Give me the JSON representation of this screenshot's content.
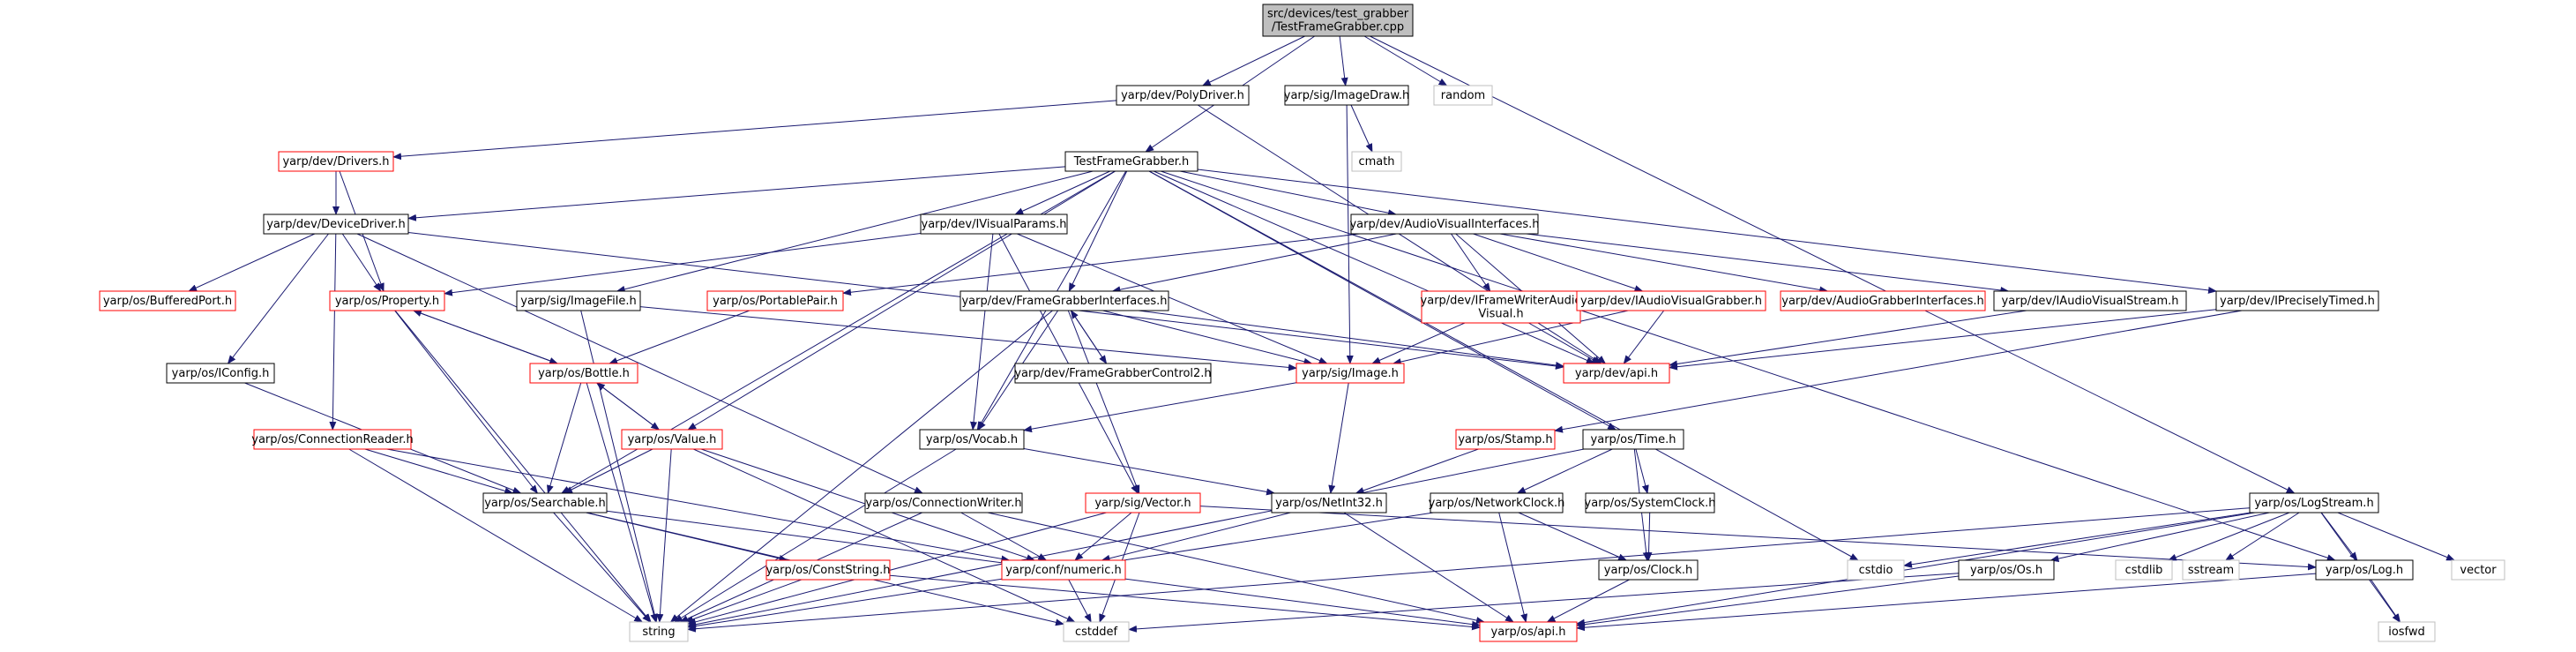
{
  "diagram": {
    "colors": {
      "edge": "#191970",
      "border_normal": "#000000",
      "border_truncated": "#ff0000",
      "border_external": "#bfbfbf",
      "fill_root": "#bfbfbf",
      "fill": "#ffffff",
      "text": "#000000",
      "text_external": "#000000"
    },
    "nodes": [
      {
        "id": "root",
        "lines": [
          "src/devices/test_grabber",
          "/TestFrameGrabber.cpp"
        ],
        "kind": "root"
      },
      {
        "id": "polydriver",
        "lines": [
          "yarp/dev/PolyDriver.h"
        ],
        "kind": "normal"
      },
      {
        "id": "imagedraw",
        "lines": [
          "yarp/sig/ImageDraw.h"
        ],
        "kind": "normal"
      },
      {
        "id": "random",
        "lines": [
          "random"
        ],
        "kind": "external"
      },
      {
        "id": "drivers",
        "lines": [
          "yarp/dev/Drivers.h"
        ],
        "kind": "truncated"
      },
      {
        "id": "cmath",
        "lines": [
          "cmath"
        ],
        "kind": "external"
      },
      {
        "id": "tfg",
        "lines": [
          "TestFrameGrabber.h"
        ],
        "kind": "normal"
      },
      {
        "id": "devicedriver",
        "lines": [
          "yarp/dev/DeviceDriver.h"
        ],
        "kind": "normal"
      },
      {
        "id": "ivisualparams",
        "lines": [
          "yarp/dev/IVisualParams.h"
        ],
        "kind": "normal"
      },
      {
        "id": "avinterfaces",
        "lines": [
          "yarp/dev/AudioVisualInterfaces.h"
        ],
        "kind": "normal"
      },
      {
        "id": "bufferedport",
        "lines": [
          "yarp/os/BufferedPort.h"
        ],
        "kind": "truncated"
      },
      {
        "id": "property",
        "lines": [
          "yarp/os/Property.h"
        ],
        "kind": "truncated"
      },
      {
        "id": "imagefile",
        "lines": [
          "yarp/sig/ImageFile.h"
        ],
        "kind": "normal"
      },
      {
        "id": "portablepair",
        "lines": [
          "yarp/os/PortablePair.h"
        ],
        "kind": "truncated"
      },
      {
        "id": "fginterfaces",
        "lines": [
          "yarp/dev/FrameGrabberInterfaces.h"
        ],
        "kind": "normal"
      },
      {
        "id": "iframewriter",
        "lines": [
          "yarp/dev/IFrameWriterAudio",
          "Visual.h"
        ],
        "kind": "truncated"
      },
      {
        "id": "iavgrabber",
        "lines": [
          "yarp/dev/IAudioVisualGrabber.h"
        ],
        "kind": "truncated"
      },
      {
        "id": "audiograbberint",
        "lines": [
          "yarp/dev/AudioGrabberInterfaces.h"
        ],
        "kind": "truncated"
      },
      {
        "id": "iavstream",
        "lines": [
          "yarp/dev/IAudioVisualStream.h"
        ],
        "kind": "normal"
      },
      {
        "id": "iprecisely",
        "lines": [
          "yarp/dev/IPreciselyTimed.h"
        ],
        "kind": "normal"
      },
      {
        "id": "iconfig",
        "lines": [
          "yarp/os/IConfig.h"
        ],
        "kind": "normal"
      },
      {
        "id": "bottle",
        "lines": [
          "yarp/os/Bottle.h"
        ],
        "kind": "truncated"
      },
      {
        "id": "fgcontrol2",
        "lines": [
          "yarp/dev/FrameGrabberControl2.h"
        ],
        "kind": "normal"
      },
      {
        "id": "image",
        "lines": [
          "yarp/sig/Image.h"
        ],
        "kind": "truncated"
      },
      {
        "id": "devapi",
        "lines": [
          "yarp/dev/api.h"
        ],
        "kind": "truncated"
      },
      {
        "id": "connreader",
        "lines": [
          "yarp/os/ConnectionReader.h"
        ],
        "kind": "truncated"
      },
      {
        "id": "value",
        "lines": [
          "yarp/os/Value.h"
        ],
        "kind": "truncated"
      },
      {
        "id": "vocab",
        "lines": [
          "yarp/os/Vocab.h"
        ],
        "kind": "normal"
      },
      {
        "id": "stamp",
        "lines": [
          "yarp/os/Stamp.h"
        ],
        "kind": "truncated"
      },
      {
        "id": "time",
        "lines": [
          "yarp/os/Time.h"
        ],
        "kind": "normal"
      },
      {
        "id": "searchable",
        "lines": [
          "yarp/os/Searchable.h"
        ],
        "kind": "normal"
      },
      {
        "id": "connwriter",
        "lines": [
          "yarp/os/ConnectionWriter.h"
        ],
        "kind": "normal"
      },
      {
        "id": "vector",
        "lines": [
          "yarp/sig/Vector.h"
        ],
        "kind": "truncated"
      },
      {
        "id": "netint32",
        "lines": [
          "yarp/os/NetInt32.h"
        ],
        "kind": "normal"
      },
      {
        "id": "networkclock",
        "lines": [
          "yarp/os/NetworkClock.h"
        ],
        "kind": "normal"
      },
      {
        "id": "systemclock",
        "lines": [
          "yarp/os/SystemClock.h"
        ],
        "kind": "normal"
      },
      {
        "id": "logstream",
        "lines": [
          "yarp/os/LogStream.h"
        ],
        "kind": "normal"
      },
      {
        "id": "conststring",
        "lines": [
          "yarp/os/ConstString.h"
        ],
        "kind": "truncated"
      },
      {
        "id": "numeric",
        "lines": [
          "yarp/conf/numeric.h"
        ],
        "kind": "truncated"
      },
      {
        "id": "clock",
        "lines": [
          "yarp/os/Clock.h"
        ],
        "kind": "normal"
      },
      {
        "id": "cstdio",
        "lines": [
          "cstdio"
        ],
        "kind": "external"
      },
      {
        "id": "os",
        "lines": [
          "yarp/os/Os.h"
        ],
        "kind": "normal"
      },
      {
        "id": "cstdlib",
        "lines": [
          "cstdlib"
        ],
        "kind": "external"
      },
      {
        "id": "sstream",
        "lines": [
          "sstream"
        ],
        "kind": "external"
      },
      {
        "id": "log",
        "lines": [
          "yarp/os/Log.h"
        ],
        "kind": "normal"
      },
      {
        "id": "vectorstd",
        "lines": [
          "vector"
        ],
        "kind": "external"
      },
      {
        "id": "string",
        "lines": [
          "string"
        ],
        "kind": "external"
      },
      {
        "id": "cstddef",
        "lines": [
          "cstddef"
        ],
        "kind": "external"
      },
      {
        "id": "osapi",
        "lines": [
          "yarp/os/api.h"
        ],
        "kind": "truncated"
      },
      {
        "id": "iosfwd",
        "lines": [
          "iosfwd"
        ],
        "kind": "external"
      }
    ],
    "edges": [
      [
        "root",
        "polydriver"
      ],
      [
        "root",
        "imagedraw"
      ],
      [
        "root",
        "random"
      ],
      [
        "root",
        "tfg"
      ],
      [
        "root",
        "logstream"
      ],
      [
        "polydriver",
        "drivers"
      ],
      [
        "polydriver",
        "devapi"
      ],
      [
        "imagedraw",
        "cmath"
      ],
      [
        "imagedraw",
        "image"
      ],
      [
        "drivers",
        "devicedriver"
      ],
      [
        "drivers",
        "property"
      ],
      [
        "tfg",
        "devicedriver"
      ],
      [
        "tfg",
        "ivisualparams"
      ],
      [
        "tfg",
        "avinterfaces"
      ],
      [
        "tfg",
        "imagefile"
      ],
      [
        "tfg",
        "fginterfaces"
      ],
      [
        "tfg",
        "iprecisely"
      ],
      [
        "tfg",
        "vocab"
      ],
      [
        "tfg",
        "value"
      ],
      [
        "tfg",
        "searchable"
      ],
      [
        "tfg",
        "time"
      ],
      [
        "tfg",
        "cstdio"
      ],
      [
        "tfg",
        "log"
      ],
      [
        "tfg",
        "devapi"
      ],
      [
        "devicedriver",
        "property"
      ],
      [
        "devicedriver",
        "bufferedport"
      ],
      [
        "devicedriver",
        "iconfig"
      ],
      [
        "devicedriver",
        "connreader"
      ],
      [
        "devicedriver",
        "connwriter"
      ],
      [
        "devicedriver",
        "devapi"
      ],
      [
        "ivisualparams",
        "property"
      ],
      [
        "ivisualparams",
        "vocab"
      ],
      [
        "ivisualparams",
        "image"
      ],
      [
        "ivisualparams",
        "vector"
      ],
      [
        "avinterfaces",
        "fginterfaces"
      ],
      [
        "avinterfaces",
        "iframewriter"
      ],
      [
        "avinterfaces",
        "iavgrabber"
      ],
      [
        "avinterfaces",
        "audiograbberint"
      ],
      [
        "avinterfaces",
        "iavstream"
      ],
      [
        "avinterfaces",
        "portablepair"
      ],
      [
        "avinterfaces",
        "devapi"
      ],
      [
        "property",
        "bottle"
      ],
      [
        "property",
        "searchable"
      ],
      [
        "property",
        "string"
      ],
      [
        "imagefile",
        "image"
      ],
      [
        "imagefile",
        "string"
      ],
      [
        "portablepair",
        "bottle"
      ],
      [
        "fginterfaces",
        "fgcontrol2"
      ],
      [
        "fginterfaces",
        "image"
      ],
      [
        "fginterfaces",
        "vocab"
      ],
      [
        "fginterfaces",
        "devapi"
      ],
      [
        "fginterfaces",
        "vector"
      ],
      [
        "fginterfaces",
        "string"
      ],
      [
        "fgcontrol2",
        "fginterfaces"
      ],
      [
        "iframewriter",
        "image"
      ],
      [
        "iframewriter",
        "devapi"
      ],
      [
        "iavgrabber",
        "image"
      ],
      [
        "iavgrabber",
        "devapi"
      ],
      [
        "iavstream",
        "devapi"
      ],
      [
        "iprecisely",
        "stamp"
      ],
      [
        "iprecisely",
        "devapi"
      ],
      [
        "iconfig",
        "searchable"
      ],
      [
        "bottle",
        "property"
      ],
      [
        "bottle",
        "value"
      ],
      [
        "bottle",
        "searchable"
      ],
      [
        "bottle",
        "string"
      ],
      [
        "value",
        "bottle"
      ],
      [
        "value",
        "searchable"
      ],
      [
        "value",
        "string"
      ],
      [
        "value",
        "numeric"
      ],
      [
        "value",
        "cstddef"
      ],
      [
        "image",
        "vocab"
      ],
      [
        "image",
        "netint32"
      ],
      [
        "connreader",
        "searchable"
      ],
      [
        "connreader",
        "string"
      ],
      [
        "connreader",
        "numeric"
      ],
      [
        "vocab",
        "netint32"
      ],
      [
        "vocab",
        "string"
      ],
      [
        "stamp",
        "netint32"
      ],
      [
        "time",
        "networkclock"
      ],
      [
        "time",
        "systemclock"
      ],
      [
        "time",
        "clock"
      ],
      [
        "time",
        "string"
      ],
      [
        "searchable",
        "conststring"
      ],
      [
        "searchable",
        "string"
      ],
      [
        "searchable",
        "osapi"
      ],
      [
        "searchable",
        "cstddef"
      ],
      [
        "connwriter",
        "numeric"
      ],
      [
        "connwriter",
        "string"
      ],
      [
        "connwriter",
        "osapi"
      ],
      [
        "vector",
        "numeric"
      ],
      [
        "vector",
        "string"
      ],
      [
        "vector",
        "cstddef"
      ],
      [
        "vector",
        "log"
      ],
      [
        "netint32",
        "numeric"
      ],
      [
        "netint32",
        "osapi"
      ],
      [
        "networkclock",
        "clock"
      ],
      [
        "networkclock",
        "osapi"
      ],
      [
        "networkclock",
        "string"
      ],
      [
        "systemclock",
        "clock"
      ],
      [
        "logstream",
        "cstdio"
      ],
      [
        "logstream",
        "os"
      ],
      [
        "logstream",
        "cstdlib"
      ],
      [
        "logstream",
        "sstream"
      ],
      [
        "logstream",
        "log"
      ],
      [
        "logstream",
        "vectorstd"
      ],
      [
        "logstream",
        "iosfwd"
      ],
      [
        "logstream",
        "osapi"
      ],
      [
        "logstream",
        "string"
      ],
      [
        "conststring",
        "string"
      ],
      [
        "conststring",
        "osapi"
      ],
      [
        "numeric",
        "cstddef"
      ],
      [
        "clock",
        "osapi"
      ],
      [
        "os",
        "osapi"
      ],
      [
        "os",
        "cstddef"
      ],
      [
        "log",
        "iosfwd"
      ],
      [
        "log",
        "osapi"
      ]
    ]
  }
}
